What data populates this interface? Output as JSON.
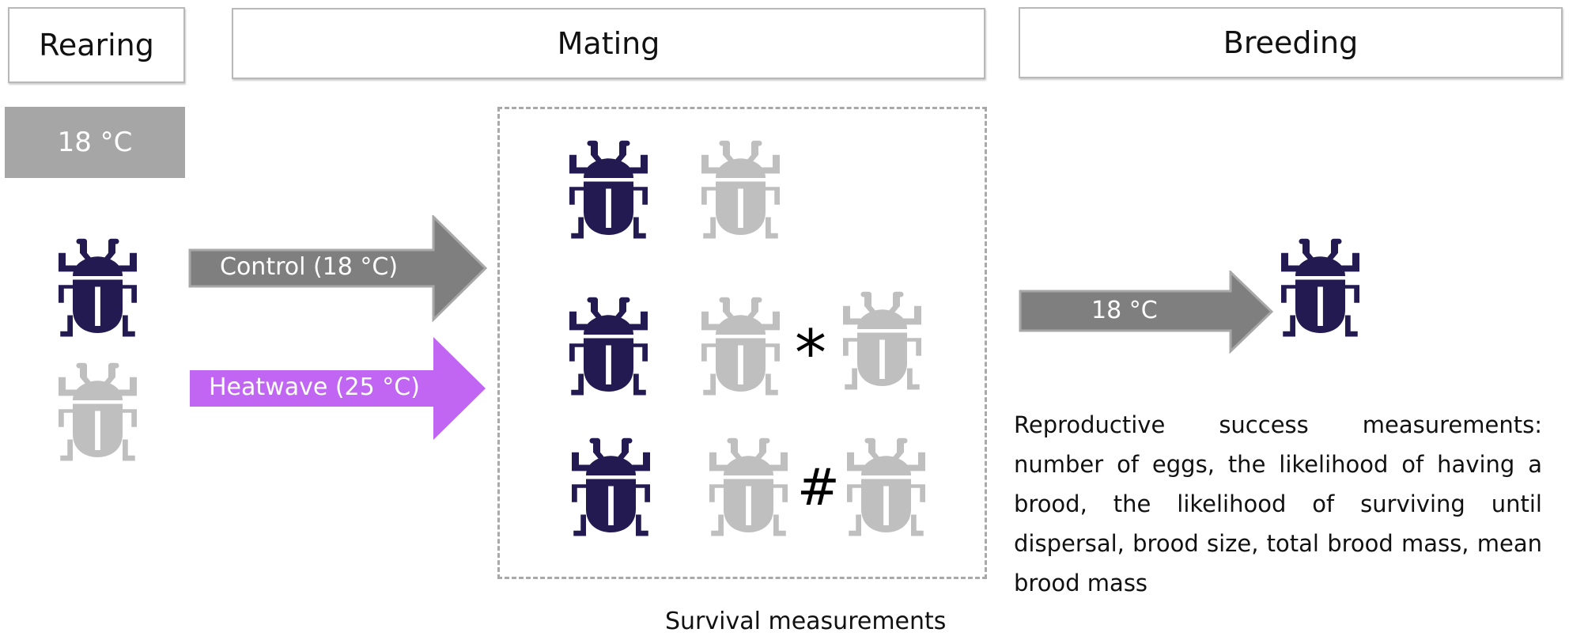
{
  "headers": {
    "rearing": "Rearing",
    "mating": "Mating",
    "breeding": "Breeding"
  },
  "rearing_temp": "18 °C",
  "arrows": {
    "control": "Control (18 °C)",
    "heatwave": "Heatwave (25 °C)",
    "breeding": "18 °C"
  },
  "symbols": {
    "asterisk": "*",
    "hash": "#"
  },
  "reproductive_text": "Reproductive success measurements: number of eggs, the likelihood of having a brood, the likelihood of surviving until dispersal, brood size, total brood mass, mean brood mass",
  "survival_text": "Survival measurements",
  "colors": {
    "dark_beetle": "#241a52",
    "light_beetle": "#bfbfbf",
    "control_arrow": "#7f7f7f",
    "heatwave_arrow": "#c066f2"
  }
}
